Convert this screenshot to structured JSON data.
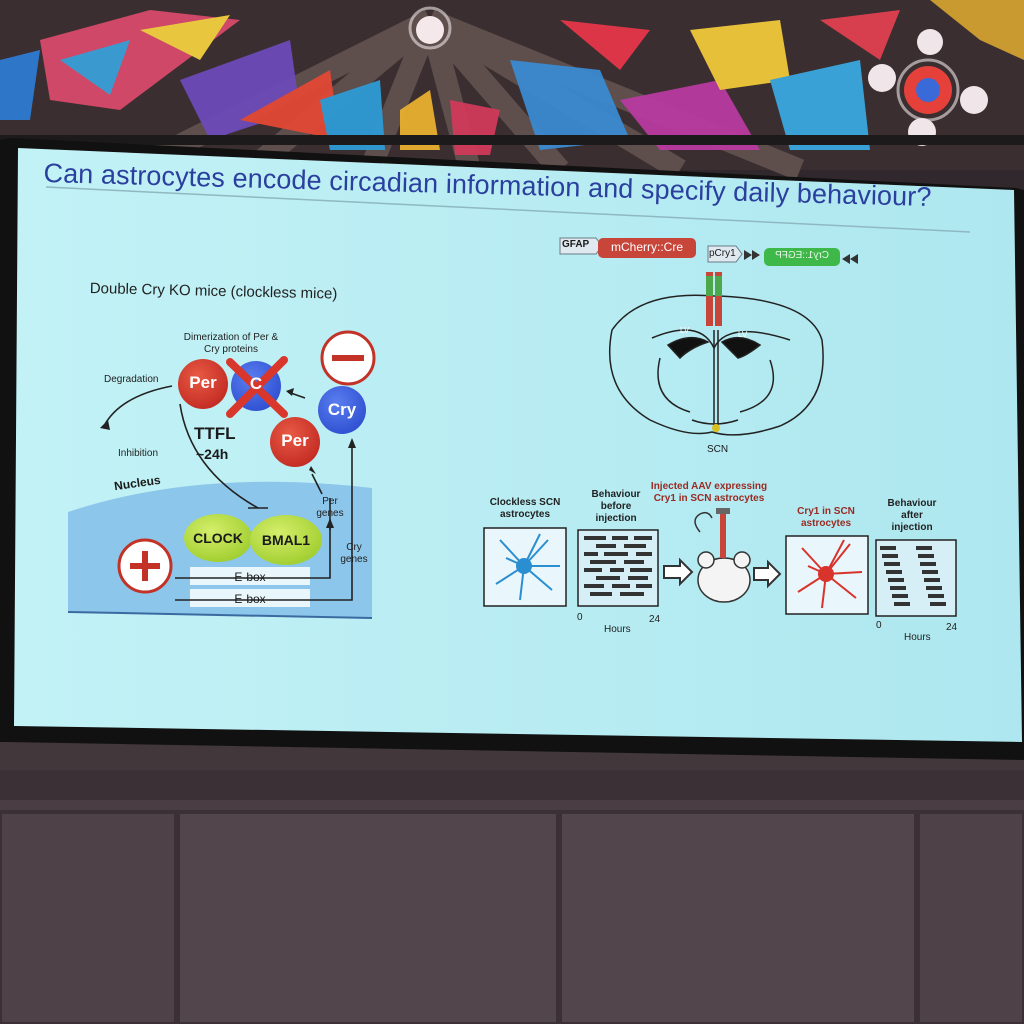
{
  "slide": {
    "title": "Can astrocytes encode circadian information and specify daily behaviour?",
    "subtitle": "Double Cry KO mice (clockless mice)"
  },
  "left_diagram": {
    "dimerization_label": "Dimerization of Per & Cry proteins",
    "degradation_label": "Degradation",
    "inhibition_label": "Inhibition",
    "nucleus_label": "Nucleus",
    "per_label": "Per",
    "per2_label": "Per",
    "cry_label": "Cry",
    "crossed_label": "C",
    "ttfl_label": "TTFL",
    "period_label": "~24h",
    "clock_label": "CLOCK",
    "bmal_label": "BMAL1",
    "ebox1_label": "E-box",
    "ebox2_label": "E-box",
    "per_genes_label": "Per genes",
    "cry_genes_label": "Cry genes",
    "minus_symbol": "−",
    "plus_symbol": "+"
  },
  "construct": {
    "gfap": "GFAP",
    "mcherry": "mCherry::Cre",
    "pcry": "pCry1",
    "egfp": "Cry1::EGFP"
  },
  "brain": {
    "lv_left": "LV",
    "lv_right": "LV",
    "scn": "SCN"
  },
  "workflow": {
    "clockless_label": "Clockless SCN astrocytes",
    "before_label": "Behaviour before injection",
    "injected_label": "Injected AAV expressing Cry1 in SCN astrocytes",
    "cry1_label": "Cry1 in SCN astrocytes",
    "after_label": "Behaviour after injection",
    "before_axis_start": "0",
    "before_axis_end": "24",
    "before_axis_label": "Hours",
    "after_axis_start": "0",
    "after_axis_end": "24",
    "after_axis_label": "Hours"
  },
  "colors": {
    "slide_bg": "#b8eef3",
    "title_blue": "#2a3f9e",
    "per_red": "#d9362c",
    "cry_blue": "#3b5fe0",
    "clock_green": "#b9dd3a",
    "nucleus_blue": "#8cc6ea"
  }
}
